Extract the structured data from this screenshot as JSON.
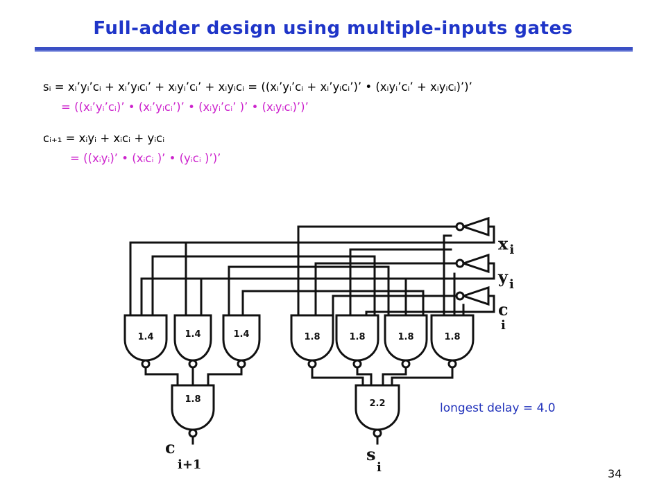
{
  "slide": {
    "title": "Full-adder design using multiple-inputs gates",
    "page_number": "34",
    "delay_note": "longest delay = 4.0"
  },
  "equations": {
    "s_line1": "sᵢ = xᵢ’yᵢ’cᵢ + xᵢ’yᵢcᵢ’ + xᵢyᵢ’cᵢ’ + xᵢyᵢcᵢ = ((xᵢ’yᵢ’cᵢ + xᵢ’yᵢcᵢ’)’ • (xᵢyᵢ’cᵢ’ + xᵢyᵢcᵢ)’)’",
    "s_line2": "= ((xᵢ’yᵢ’cᵢ)’ • (xᵢ’yᵢcᵢ’)’ • (xᵢyᵢ’cᵢ’ )’ • (xᵢyᵢcᵢ)’)’",
    "c_line1": "cᵢ₊₁ = xᵢyᵢ + xᵢcᵢ + yᵢcᵢ",
    "c_line2": "= ((xᵢyᵢ)’ • (xᵢcᵢ )’ • (yᵢcᵢ )’)’"
  },
  "circuit": {
    "inputs": [
      {
        "name": "x",
        "sub": "i"
      },
      {
        "name": "y",
        "sub": "i"
      },
      {
        "name": "c",
        "sub": "i"
      }
    ],
    "carry_gates": [
      "1.4",
      "1.4",
      "1.4"
    ],
    "sum_gates": [
      "1.8",
      "1.8",
      "1.8",
      "1.8"
    ],
    "carry_out_gate": "1.8",
    "sum_out_gate": "2.2",
    "outputs": [
      {
        "name": "c",
        "sub": "i+1"
      },
      {
        "name": "s",
        "sub": "i"
      }
    ]
  },
  "colors": {
    "title": "#1f35c8",
    "highlight": "#cc22cc",
    "note": "#2233bb"
  }
}
